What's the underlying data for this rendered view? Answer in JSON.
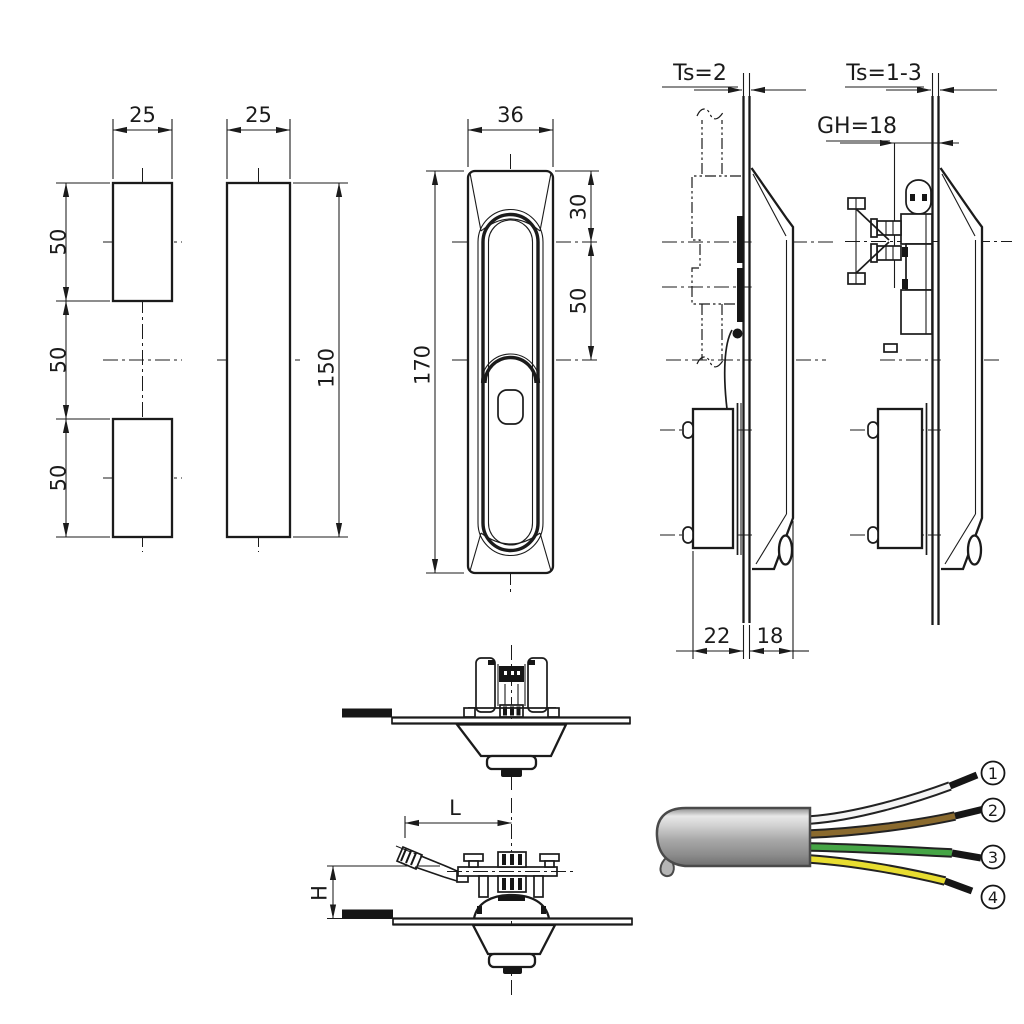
{
  "document": {
    "type": "technical-drawing",
    "background": "#ffffff",
    "line_color": "#1b1b1b"
  },
  "views": {
    "cutout_two_holes": {
      "width": "25",
      "spacings": [
        "50",
        "50",
        "50"
      ]
    },
    "cutout_slot": {
      "width": "25",
      "length": "150"
    },
    "handle_front": {
      "width": "36",
      "height": "170",
      "top_offset": "30",
      "mid_offset": "50"
    },
    "side_section_a": {
      "door_thickness": "Ts=2",
      "rear_depth": "22",
      "front_depth": "18"
    },
    "side_section_b": {
      "door_thickness": "Ts=1-3",
      "grip_height": "GH=18"
    },
    "open_section": {
      "lever_length": "L",
      "lever_height": "H"
    },
    "cable": {
      "sheath_color": "#aeaeae",
      "outline_color": "#4a4a4a",
      "wires": [
        {
          "label": "1",
          "color": "#f4f4f4"
        },
        {
          "label": "2",
          "color": "#8a6a2e"
        },
        {
          "label": "3",
          "color": "#46a546"
        },
        {
          "label": "4",
          "color": "#e8dd30"
        }
      ]
    }
  }
}
